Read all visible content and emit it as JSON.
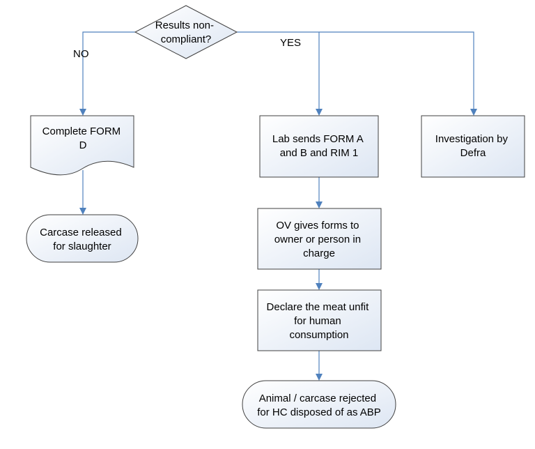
{
  "colors": {
    "node_fill_start": "#ffffff",
    "node_fill_end": "#dde6f3",
    "node_stroke": "#404040",
    "edge_stroke": "#4f81bd"
  },
  "nodes": {
    "decision": {
      "lines": [
        "Results non-",
        "compliant?"
      ]
    },
    "form_d": {
      "lines": [
        "Complete FORM",
        "D"
      ]
    },
    "released": {
      "lines": [
        "Carcase  released",
        "for slaughter"
      ]
    },
    "lab_forms": {
      "lines": [
        "Lab sends FORM A",
        "and B and RIM 1"
      ]
    },
    "investigation": {
      "lines": [
        "Investigation by",
        "Defra"
      ]
    },
    "ov_forms": {
      "lines": [
        "OV gives forms to",
        "owner or person in",
        "charge"
      ]
    },
    "declare_unfit": {
      "lines": [
        "Declare the meat unfit",
        "for human",
        "consumption"
      ]
    },
    "rejected": {
      "lines": [
        "Animal / carcase rejected",
        "for HC disposed of as ABP"
      ]
    }
  },
  "edge_labels": {
    "no": "NO",
    "yes": "YES"
  }
}
